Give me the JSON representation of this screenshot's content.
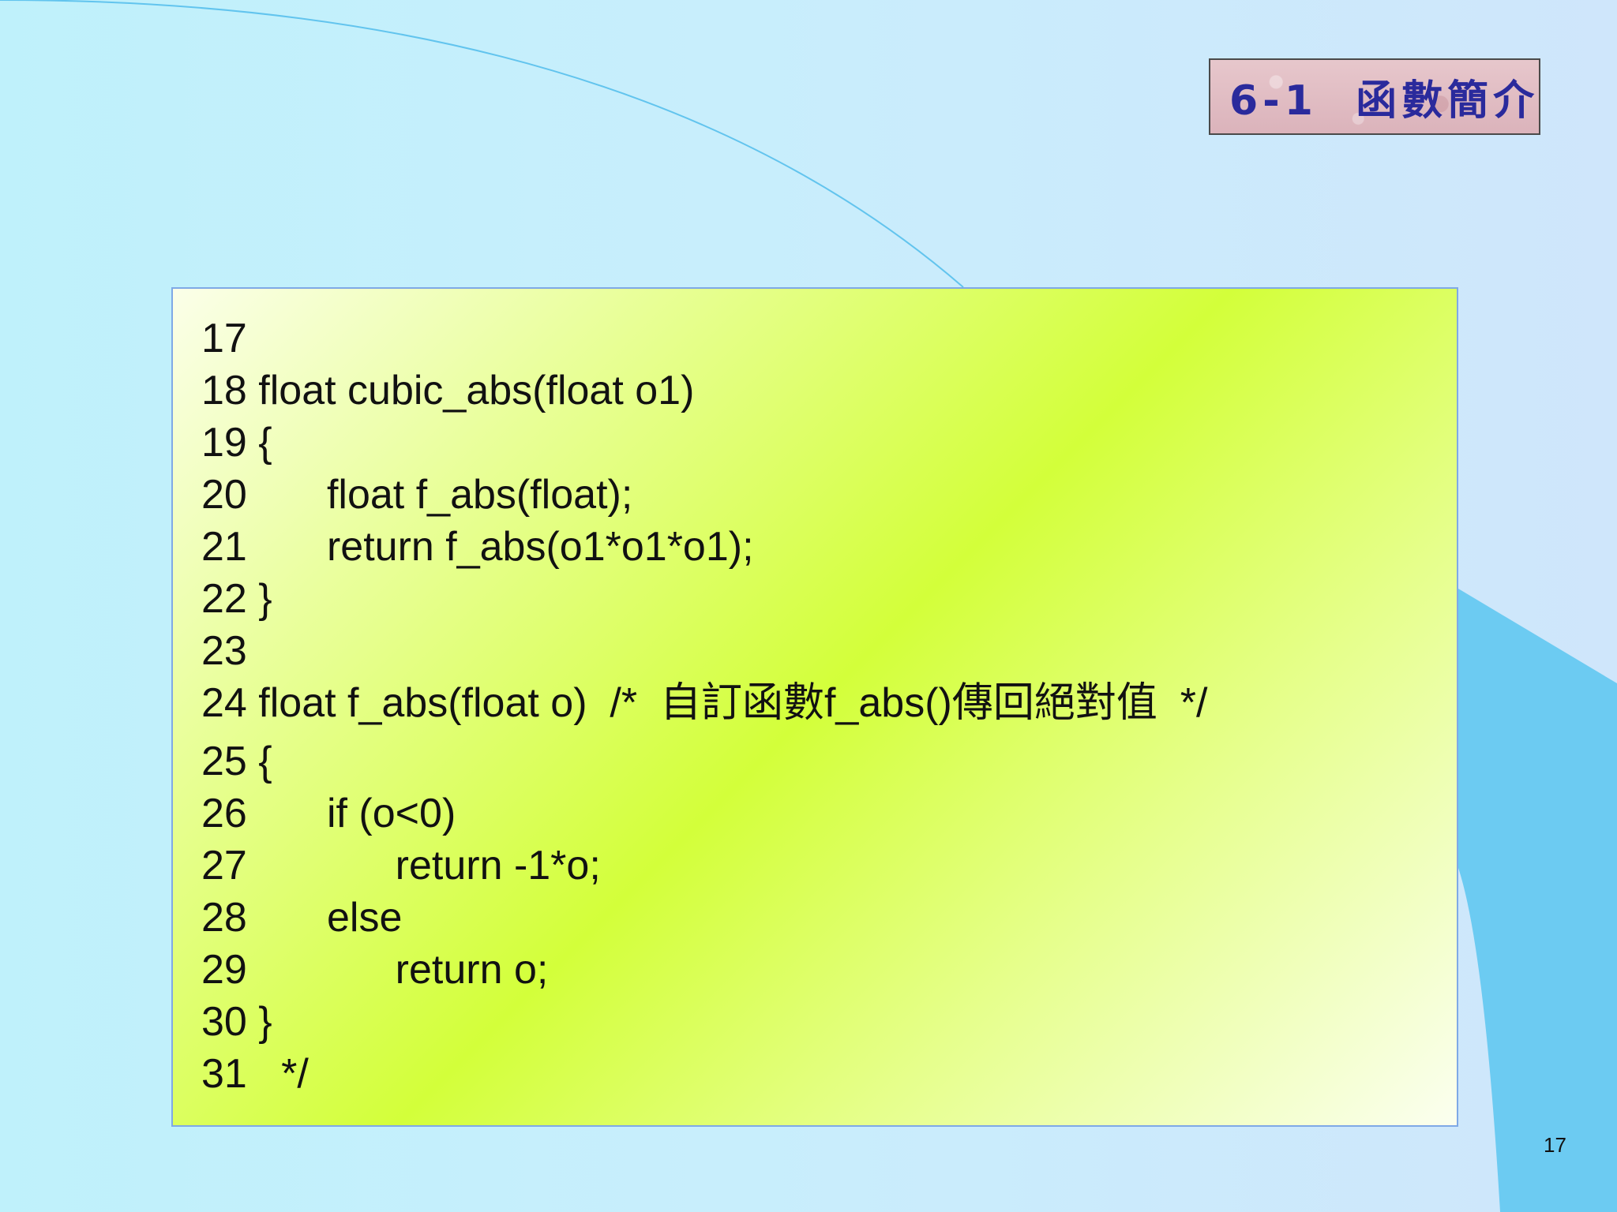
{
  "slide": {
    "title": "6-1  函數簡介",
    "page_number": "17"
  },
  "code": {
    "lines": [
      "17",
      "18 float cubic_abs(float o1)",
      "19 {",
      "20       float f_abs(float);",
      "21       return f_abs(o1*o1*o1);",
      "22 }",
      "23",
      "24 float f_abs(float o)  /*  自訂函數f_abs()傳回絕對值  */",
      "25 {",
      "26       if (o<0)",
      "27             return -1*o;",
      "28       else",
      "29             return o;",
      "30 }",
      "31   */"
    ]
  },
  "colors": {
    "title_text": "#2a2a9c",
    "panel_accent": "#d3ff3a",
    "panel_border": "#7fa9e6"
  }
}
